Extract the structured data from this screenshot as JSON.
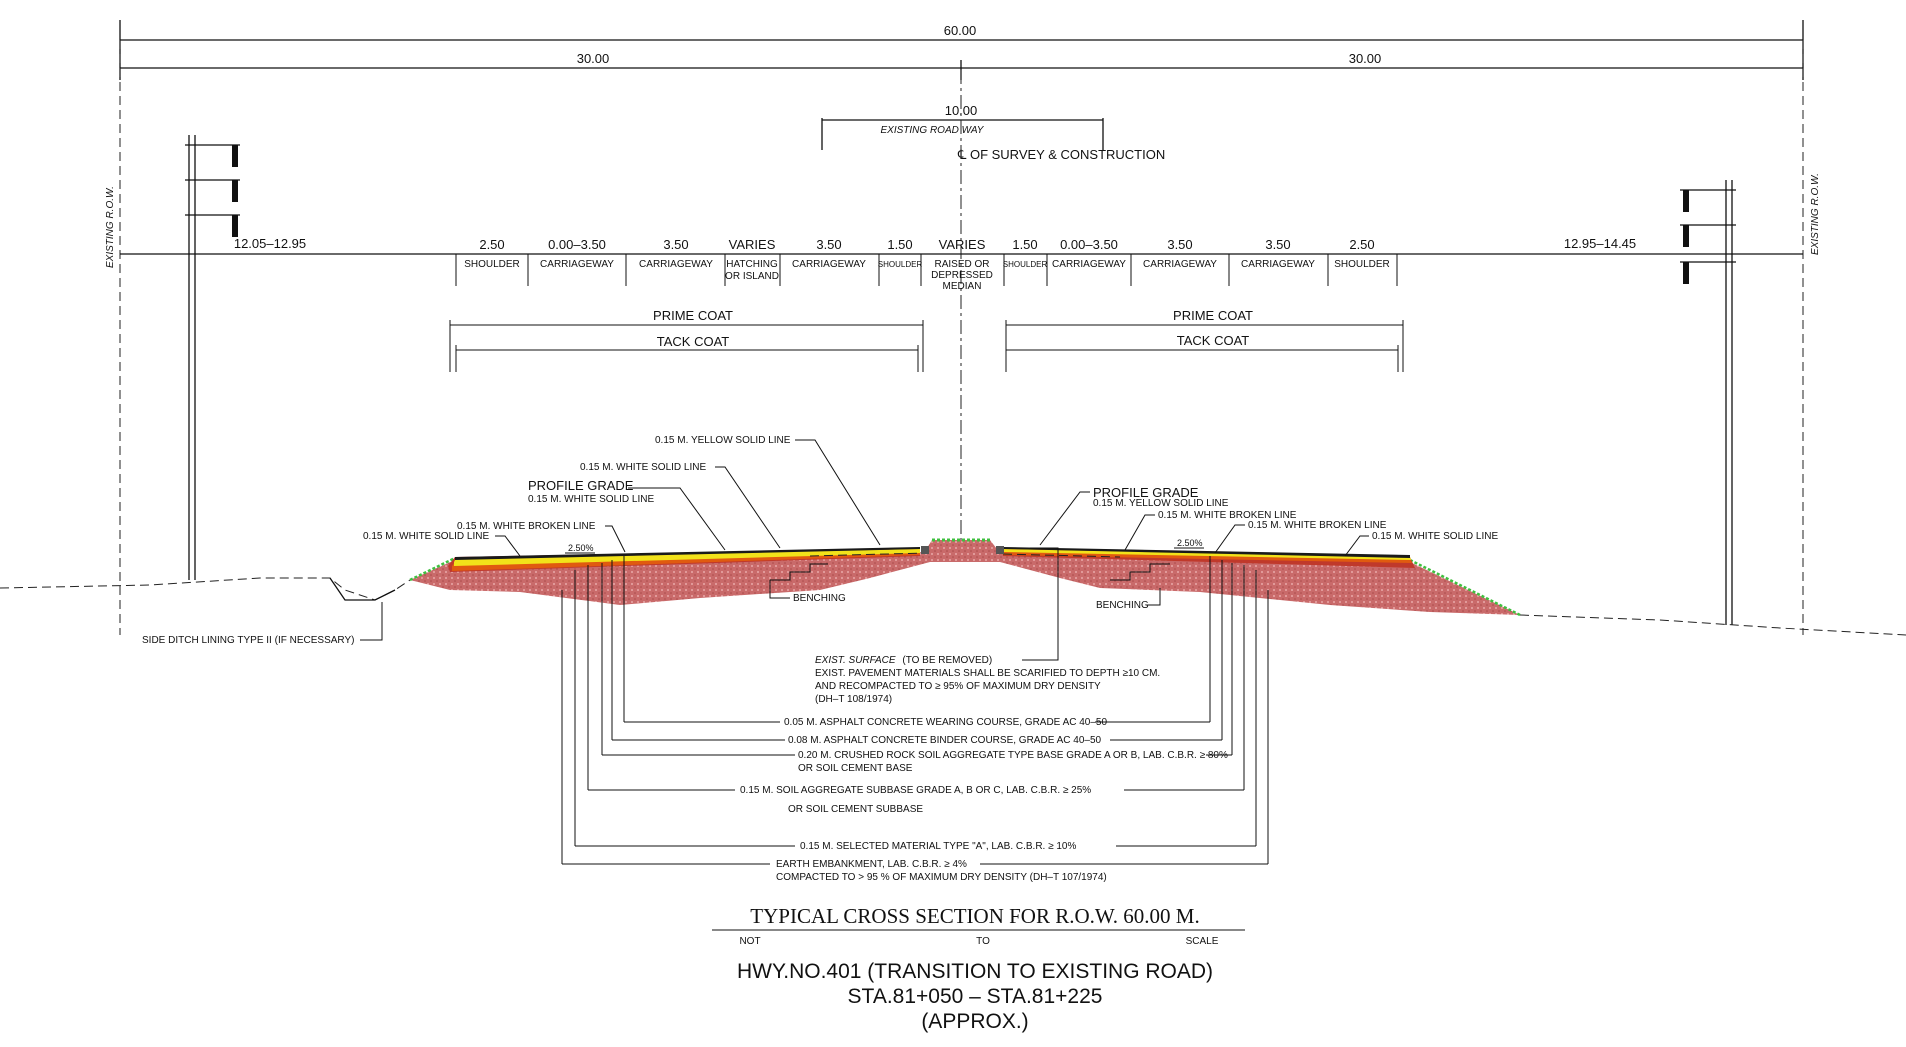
{
  "dims": {
    "total": "60.00",
    "half_left": "30.00",
    "half_right": "30.00",
    "existing_width": "10.00",
    "existing_label": "EXISTING ROAD WAY",
    "centerline": "℄ OF SURVEY & CONSTRUCTION",
    "row_label": "EXISTING R.O.W.",
    "left_offset": "12.05–12.95",
    "right_offset": "12.95–14.45"
  },
  "lanes_left": [
    {
      "w": "2.50",
      "n": "SHOULDER"
    },
    {
      "w": "0.00–3.50",
      "n": "CARRIAGEWAY"
    },
    {
      "w": "3.50",
      "n": "CARRIAGEWAY"
    },
    {
      "w": "VARIES",
      "n": "HATCHING",
      "n2": "OR ISLAND"
    },
    {
      "w": "3.50",
      "n": "CARRIAGEWAY"
    },
    {
      "w": "1.50",
      "n": "SHOULDER"
    }
  ],
  "median": {
    "w": "VARIES",
    "n1": "RAISED OR",
    "n2": "DEPRESSED",
    "n3": "MEDIAN"
  },
  "lanes_right": [
    {
      "w": "1.50",
      "n": "SHOULDER"
    },
    {
      "w": "0.00–3.50",
      "n": "CARRIAGEWAY"
    },
    {
      "w": "3.50",
      "n": "CARRIAGEWAY"
    },
    {
      "w": "3.50",
      "n": "CARRIAGEWAY"
    },
    {
      "w": "2.50",
      "n": "SHOULDER"
    }
  ],
  "coats": {
    "prime": "PRIME COAT",
    "tack": "TACK COAT"
  },
  "callouts": {
    "yellow_solid": "0.15 M. YELLOW SOLID LINE",
    "white_solid": "0.15 M. WHITE SOLID LINE",
    "profile_grade": "PROFILE GRADE",
    "white_broken": "0.15 M. WHITE BROKEN LINE",
    "slope": "2.50%",
    "benching": "BENCHING",
    "side_ditch": "SIDE DITCH LINING TYPE II (IF NECESSARY)"
  },
  "notes": {
    "exist_surface": "EXIST. SURFACE",
    "to_be_removed": "(TO BE REMOVED)",
    "scarify1": "EXIST. PAVEMENT MATERIALS SHALL BE SCARIFIED TO DEPTH ≥10 CM.",
    "scarify2": "AND RECOMPACTED TO ≥ 95% OF MAXIMUM DRY DENSITY",
    "scarify3": "(DH–T 108/1974)"
  },
  "layers": [
    "0.05 M. ASPHALT CONCRETE WEARING COURSE, GRADE AC 40–50",
    "0.08 M. ASPHALT CONCRETE BINDER COURSE, GRADE AC 40–50",
    "0.20 M. CRUSHED ROCK SOIL AGGREGATE TYPE BASE GRADE A OR B, LAB. C.B.R. ≥ 80%",
    "OR SOIL CEMENT BASE",
    "0.15 M. SOIL AGGREGATE SUBBASE GRADE A, B OR C, LAB. C.B.R. ≥ 25%",
    "OR SOIL CEMENT SUBBASE",
    "0.15 M. SELECTED MATERIAL TYPE \"A\", LAB. C.B.R. ≥ 10%",
    "EARTH EMBANKMENT, LAB. C.B.R. ≥ 4%",
    "COMPACTED TO > 95 % OF MAXIMUM DRY DENSITY (DH–T 107/1974)"
  ],
  "title": {
    "main": "TYPICAL CROSS SECTION FOR R.O.W. 60.00 M.",
    "not": "NOT",
    "to": "TO",
    "scale": "SCALE",
    "hwy": "HWY.NO.401 (TRANSITION TO EXISTING ROAD)",
    "sta": "STA.81+050 – STA.81+225",
    "approx": "(APPROX.)"
  },
  "colors": {
    "embankment": "#c96a6a",
    "base": "#f2e21a",
    "subbase": "#e05a10",
    "asphalt": "#1a1a1a",
    "grass": "#3fbf3f"
  }
}
